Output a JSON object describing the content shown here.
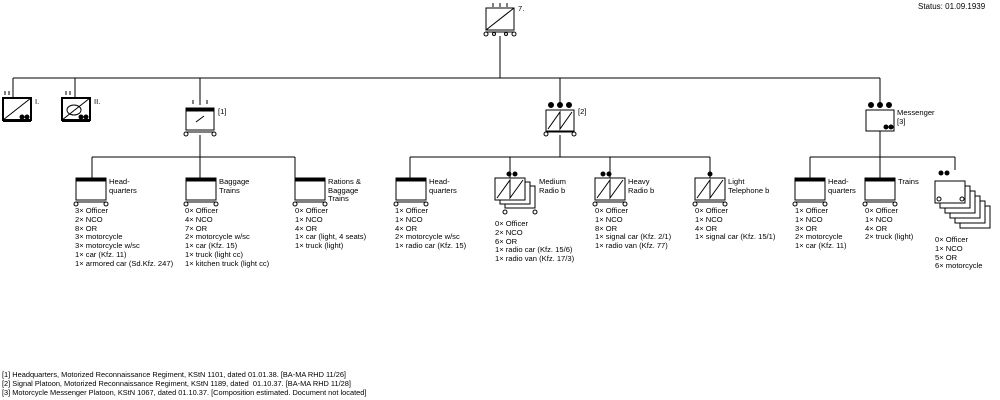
{
  "status": "Status: 01.09.1939",
  "top": {
    "label": "7."
  },
  "companies": [
    {
      "label": "I."
    },
    {
      "label": "II."
    },
    {
      "label": "[1]"
    },
    {
      "label": "[2]"
    },
    {
      "label": "Messenger\n[3]"
    }
  ],
  "units": [
    {
      "label": "Head-\nquarters",
      "lines": [
        "3× Officer",
        "2× NCO",
        "8× OR",
        "3× motorcycle",
        "3× motorcycle w/sc",
        "1× car (Kfz. 11)",
        "1× armored car (Sd.Kfz. 247)"
      ]
    },
    {
      "label": "Baggage\nTrains",
      "lines": [
        "0× Officer",
        "4× NCO",
        "7× OR",
        "2× motorcycle w/sc",
        "1× car (Kfz. 15)",
        "1× truck (light cc)",
        "1× kitchen truck (light cc)"
      ]
    },
    {
      "label": "Rations &\nBaggage\nTrains",
      "lines": [
        "0× Officer",
        "1× NCO",
        "4× OR",
        "1× car (light, 4 seats)",
        "1× truck (light)"
      ]
    },
    {
      "label": "Head-\nquarters",
      "lines": [
        "1× Officer",
        "1× NCO",
        "4× OR",
        "2× motorcycle w/sc",
        "1× radio car (Kfz. 15)"
      ]
    },
    {
      "label": "Medium\nRadio b",
      "lines": [
        "0× Officer",
        "2× NCO",
        "6× OR",
        "1× radio car (Kfz. 15/6)",
        "1× radio van (Kfz. 17/3)"
      ]
    },
    {
      "label": "Heavy\nRadio b",
      "lines": [
        "0× Officer",
        "1× NCO",
        "8× OR",
        "1× signal car (Kfz. 2/1)",
        "1× radio van (Kfz. 77)"
      ]
    },
    {
      "label": "Light\nTelephone b",
      "lines": [
        "0× Officer",
        "1× NCO",
        "4× OR",
        "1× signal car (Kfz. 15/1)"
      ]
    },
    {
      "label": "Head-\nquarters",
      "lines": [
        "1× Officer",
        "1× NCO",
        "3× OR",
        "2× motorcycle",
        "1× car (Kfz. 11)"
      ]
    },
    {
      "label": "Trains",
      "lines": [
        "0× Officer",
        "1× NCO",
        "4× OR",
        "2× truck (light)"
      ]
    },
    {
      "label": "",
      "lines": [
        "0× Officer",
        "1× NCO",
        "5× OR",
        "6× motorcycle"
      ]
    }
  ],
  "footnotes": [
    "[1] Headquarters, Motorized Reconnaissance Regiment, KStN 1101, dated 01.01.38. [BA-MA RHD 11/26]",
    "[2] Signal Platoon, Motorized Reconnaissance Regiment, KStN 1189, dated  01.10.37. [BA-MA RHD 11/28]",
    "[3] Motorcycle Messenger Platoon, KStN 1067, dated 01.10.37. [Composition estimated. Document not located]"
  ]
}
